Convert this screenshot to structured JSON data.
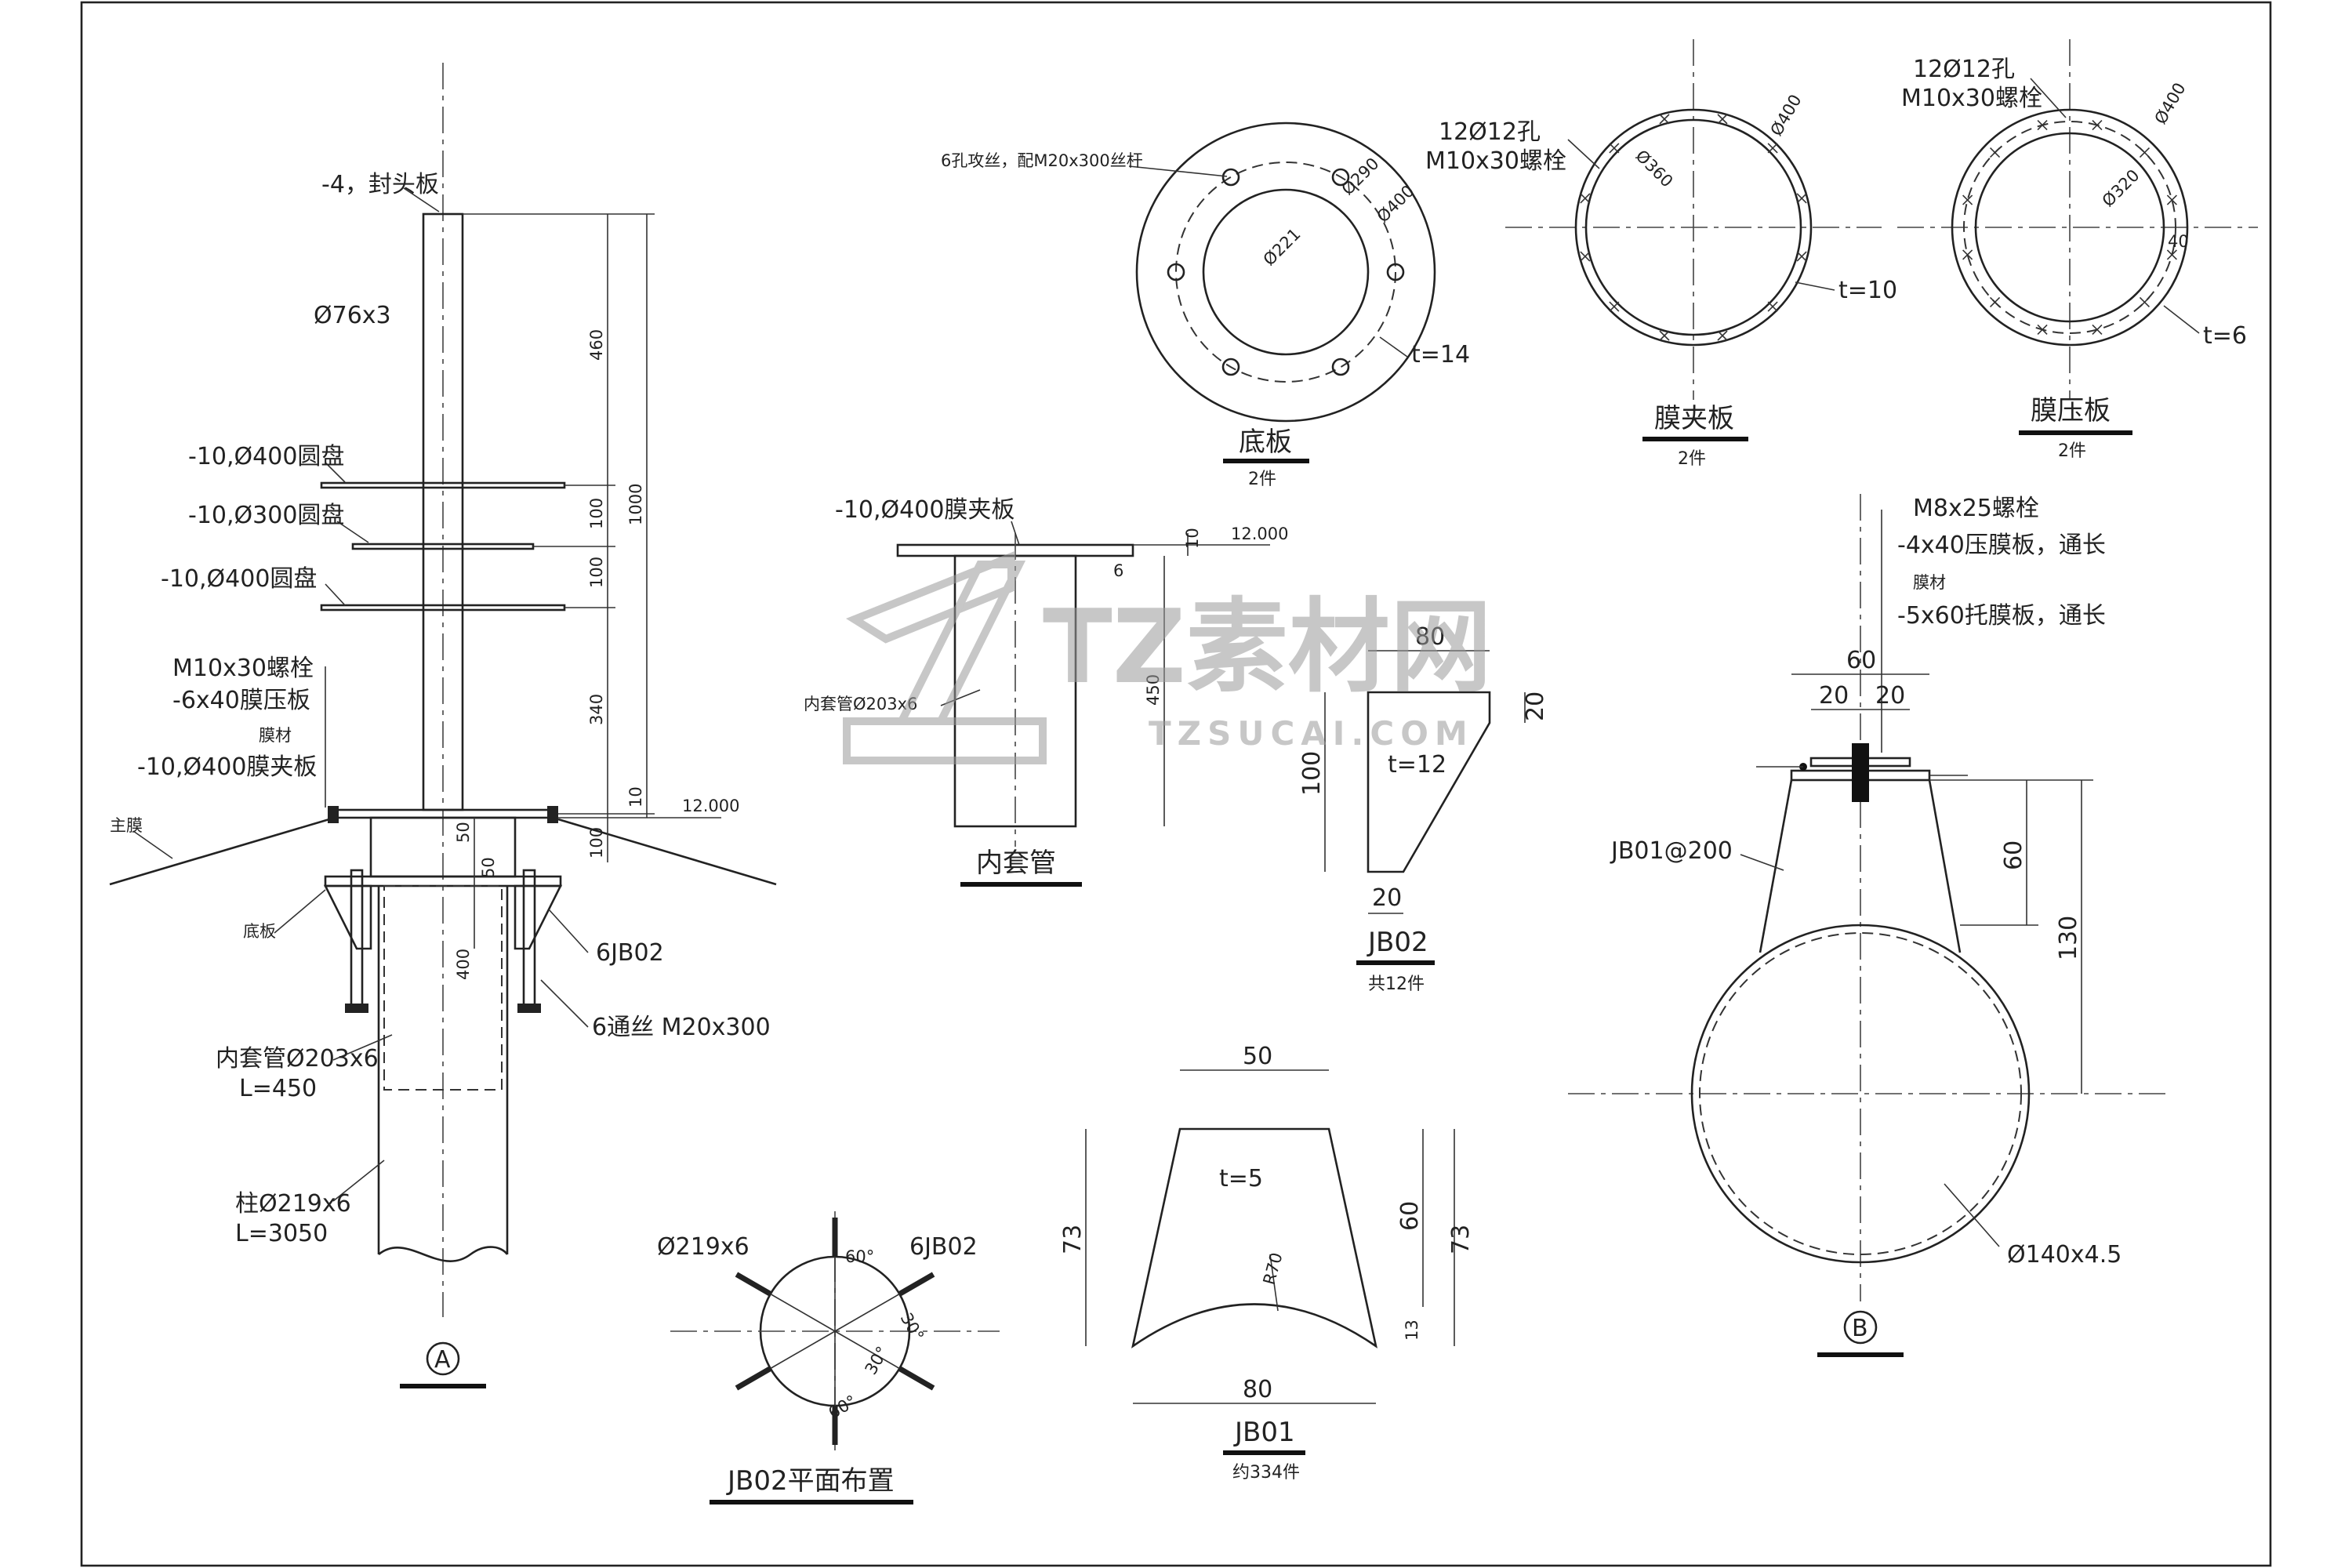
{
  "detail_a": {
    "mark": "A",
    "cap_label": "-4，封头板",
    "mast_label": "Ø76x3",
    "disc1_label": "-10,Ø400圆盘",
    "disc2_label": "-10,Ø300圆盘",
    "disc3_label": "-10,Ø400圆盘",
    "bolt_label": "M10x30螺栓",
    "press_label": "-6x40膜压板",
    "membrane_label": "膜材",
    "clamp_label": "-10,Ø400膜夹板",
    "main_membrane_label": "主膜",
    "base_label": "底板",
    "jb02_label": "6JB02",
    "screw_label": "6通丝 M20x300",
    "inner_tube_label": "内套管Ø203x6",
    "inner_tube_len": "L=450",
    "column_label": "柱Ø219x6",
    "column_len": "L=3050",
    "dims": [
      "460",
      "1000",
      "100",
      "100",
      "340",
      "10",
      "50",
      "50",
      "100",
      "400"
    ],
    "elev": "12.000"
  },
  "base_plate": {
    "title": "底板",
    "count": "2件",
    "hole_label": "6孔攻丝，配M20x300丝杆",
    "d1": "Ø290",
    "d2": "Ø400",
    "d3": "Ø221",
    "thickness": "t=14"
  },
  "clamp_plate": {
    "title": "膜夹板",
    "count": "2件",
    "hole_label": "12Ø12孔",
    "bolt_label": "M10x30螺栓",
    "d1": "Ø400",
    "d2": "Ø360",
    "thickness": "t=10"
  },
  "press_plate": {
    "title": "膜压板",
    "count": "2件",
    "hole_label": "12Ø12孔",
    "bolt_label": "M10x30螺栓",
    "d1": "Ø400",
    "d2": "Ø320",
    "dim": "40",
    "thickness": "t=6"
  },
  "inner_tube": {
    "title": "内套管",
    "top_label": "-10,Ø400膜夹板",
    "tube_label": "内套管Ø203x6",
    "weld": "6",
    "dim_h": "450",
    "dim_t": "10",
    "elev": "12.000"
  },
  "jb02": {
    "title": "JB02",
    "count": "共12件",
    "w_top": "80",
    "h": "100",
    "top_right": "20",
    "w_bottom": "20",
    "thickness": "t=12"
  },
  "jb02_layout": {
    "title": "JB02平面布置",
    "pipe_label": "Ø219x6",
    "jb_label": "6JB02",
    "angles": [
      "60°",
      "30°",
      "30°",
      "60°"
    ]
  },
  "jb01": {
    "title": "JB01",
    "count": "约334件",
    "w_top": "50",
    "w_bottom": "80",
    "h_left": "73",
    "h_right": "73",
    "h_mid": "60",
    "h_low": "13",
    "radius": "R70",
    "thickness": "t=5"
  },
  "detail_b": {
    "mark": "B",
    "bolt_label": "M8x25螺栓",
    "press_label": "-4x40压膜板，通长",
    "membrane_label": "膜材",
    "base_label": "-5x60托膜板，通长",
    "rib_label": "JB01@200",
    "pipe_label": "Ø140x4.5",
    "w": "60",
    "w1": "20",
    "w2": "20",
    "h1": "60",
    "h2": "130"
  },
  "watermark": {
    "brand": "TZ素材网",
    "url": "TZSUCAI.COM"
  }
}
